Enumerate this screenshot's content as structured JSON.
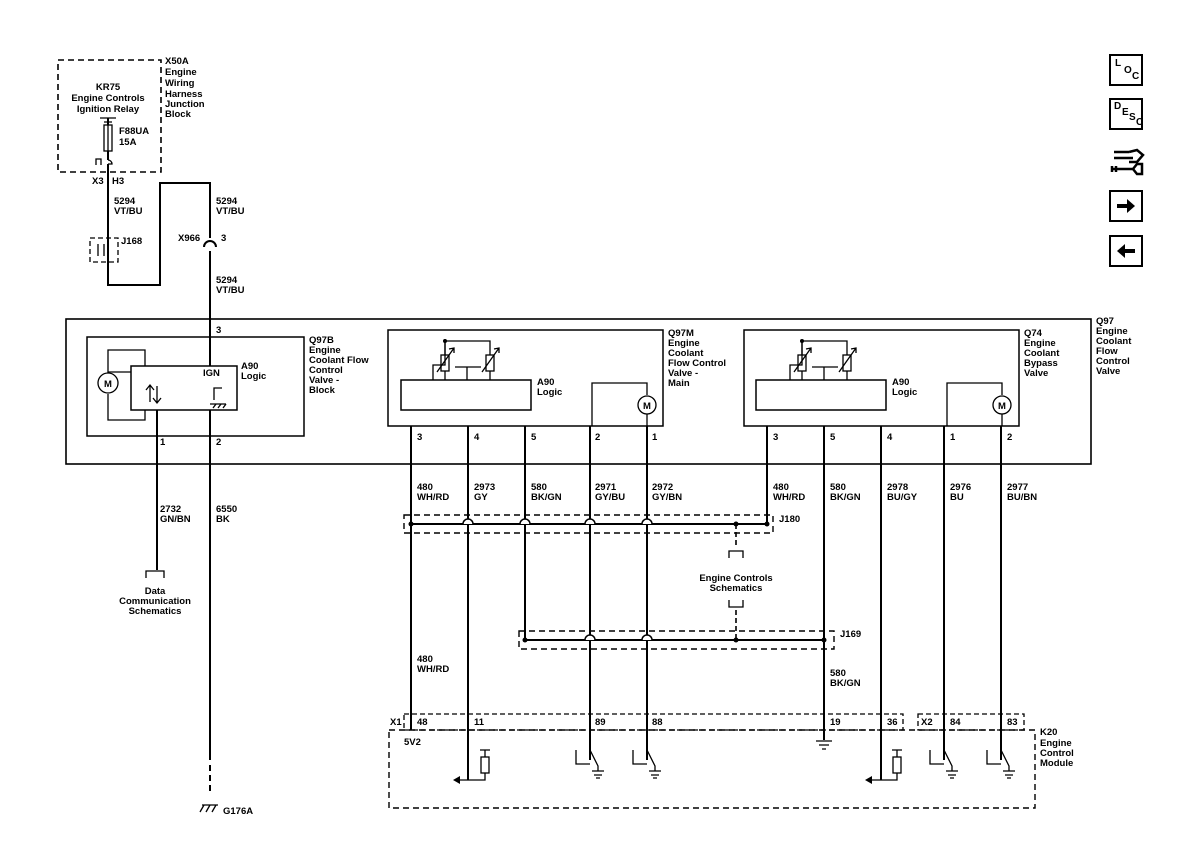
{
  "nav": {
    "loc": [
      "L",
      "O",
      "C"
    ],
    "desc": [
      "D",
      "E",
      "S",
      "C"
    ]
  },
  "components": {
    "x50a": {
      "id": "X50A",
      "line1": "Engine",
      "line2": "Wiring",
      "line3": "Harness",
      "line4": "Junction",
      "line5": "Block"
    },
    "kr75": {
      "id": "KR75",
      "line1": "Engine Controls",
      "line2": "Ignition Relay"
    },
    "f88ua": {
      "id": "F88UA",
      "rating": "15A"
    },
    "x3": "X3",
    "h3": "H3",
    "j168": "J168",
    "x966": {
      "id": "X966",
      "pin": "3"
    },
    "q97": {
      "id": "Q97",
      "line1": "Engine",
      "line2": "Coolant",
      "line3": "Flow",
      "line4": "Control",
      "line5": "Valve"
    },
    "q97b": {
      "id": "Q97B",
      "line1": "Engine",
      "line2": "Coolant Flow",
      "line3": "Control",
      "line4": "Valve -",
      "line5": "Block"
    },
    "q97m": {
      "id": "Q97M",
      "line1": "Engine",
      "line2": "Coolant",
      "line3": "Flow Control",
      "line4": "Valve -",
      "line5": "Main"
    },
    "q74": {
      "id": "Q74",
      "line1": "Engine",
      "line2": "Coolant",
      "line3": "Bypass",
      "line4": "Valve"
    },
    "a90": {
      "id": "A90",
      "label": "Logic"
    },
    "ign": "IGN",
    "motor": "M",
    "j180": "J180",
    "j169": "J169",
    "engine_controls_ref": {
      "line1": "Engine Controls",
      "line2": "Schematics"
    },
    "data_comm_ref": {
      "line1": "Data",
      "line2": "Communication",
      "line3": "Schematics"
    },
    "k20": {
      "id": "K20",
      "line1": "Engine",
      "line2": "Control",
      "line3": "Module"
    },
    "x1": "X1",
    "x2": "X2",
    "v5": "5V2",
    "g176a": "G176A"
  },
  "wires": {
    "w5294": {
      "circuit": "5294",
      "color": "VT/BU"
    },
    "w2732": {
      "circuit": "2732",
      "color": "GN/BN"
    },
    "w6550": {
      "circuit": "6550",
      "color": "BK"
    },
    "w480": {
      "circuit": "480",
      "color": "WH/RD"
    },
    "w2973": {
      "circuit": "2973",
      "color": "GY"
    },
    "w580": {
      "circuit": "580",
      "color": "BK/GN"
    },
    "w2971": {
      "circuit": "2971",
      "color": "GY/BU"
    },
    "w2972": {
      "circuit": "2972",
      "color": "GY/BN"
    },
    "w2978": {
      "circuit": "2978",
      "color": "BU/GY"
    },
    "w2976": {
      "circuit": "2976",
      "color": "BU"
    },
    "w2977": {
      "circuit": "2977",
      "color": "BU/BN"
    }
  },
  "pins": {
    "q97b": [
      "3",
      "1",
      "2"
    ],
    "q97m": [
      "3",
      "4",
      "5",
      "2",
      "1"
    ],
    "q74": [
      "3",
      "5",
      "4",
      "1",
      "2"
    ],
    "k20_x1": [
      "48",
      "11",
      "89",
      "88",
      "19",
      "36"
    ],
    "k20_x2": [
      "84",
      "83"
    ]
  }
}
